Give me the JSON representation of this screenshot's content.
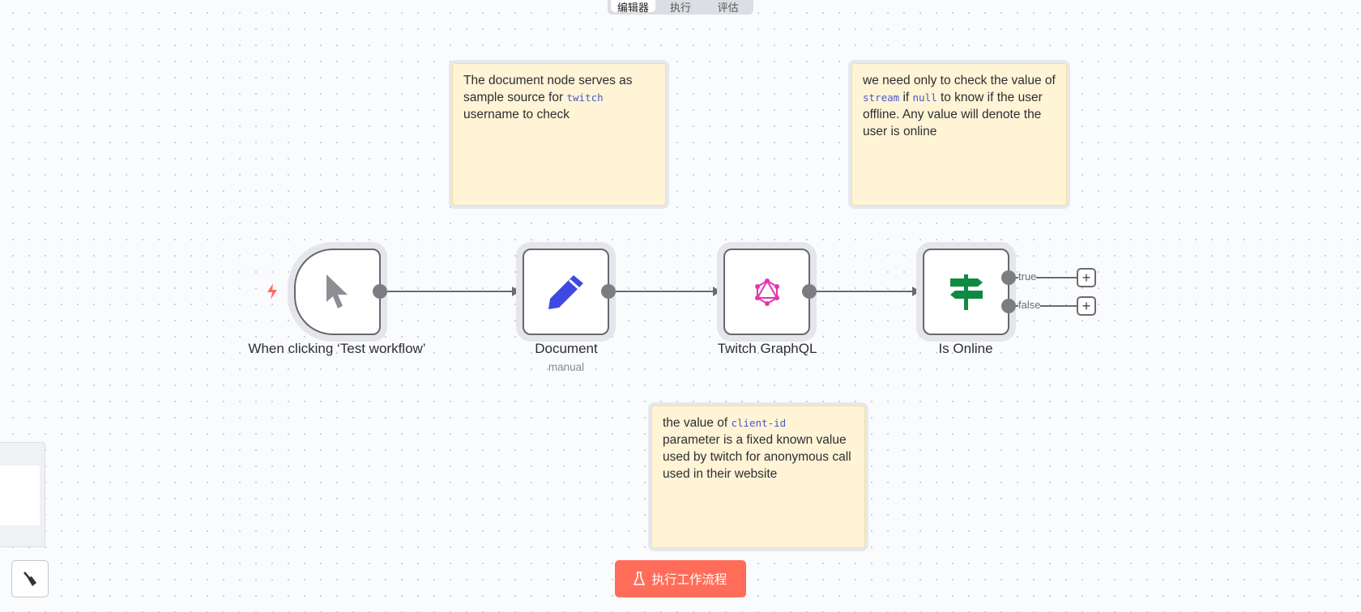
{
  "tabs": [
    {
      "label": "编辑器",
      "active": true
    },
    {
      "label": "执行",
      "active": false
    },
    {
      "label": "评估",
      "active": false
    }
  ],
  "stickies": [
    {
      "parts": [
        "The document node serves as sample source for ",
        "twitch",
        "\nusername to check"
      ]
    },
    {
      "parts": [
        "we need only to check the value of ",
        "stream",
        " if ",
        "null",
        " to know if the user offline. Any value will denote the user is online"
      ]
    },
    {
      "parts": [
        "the value of ",
        "client-id",
        "\nparameter is a fixed known value used by twitch for anonymous call used in their website"
      ]
    }
  ],
  "nodes": [
    {
      "name": "When clicking ‘Test workflow’",
      "icon": "cursor-icon"
    },
    {
      "name": "Document",
      "subtitle": "manual",
      "icon": "pencil-icon",
      "icon_color": "#3d49e3"
    },
    {
      "name": "Twitch GraphQL",
      "icon": "graphql-icon",
      "icon_color": "#e535ab"
    },
    {
      "name": "Is Online",
      "icon": "signpost-icon",
      "icon_color": "#0f8a43"
    }
  ],
  "outputs": {
    "true_label": "true",
    "false_label": "false",
    "add": "+"
  },
  "run_button": {
    "label": "执行工作流程",
    "color": "#ff6d5a"
  },
  "trigger_color": "#ff6d5a"
}
